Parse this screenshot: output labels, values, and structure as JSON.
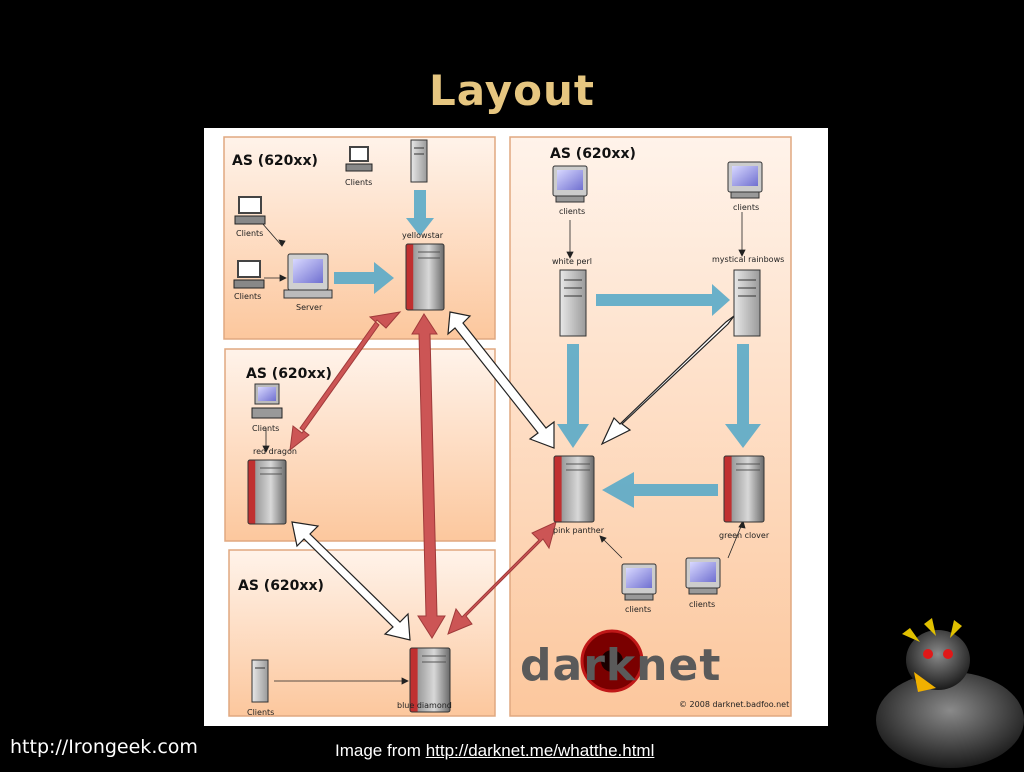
{
  "slide": {
    "title": "Layout",
    "footer_site": "http://Irongeek.com",
    "footer_credit_prefix": "Image from ",
    "footer_credit_link": "http://darknet.me/whatthe.html"
  },
  "diagram": {
    "regions": [
      {
        "id": "as-top-left",
        "title": "AS (620xx)"
      },
      {
        "id": "as-mid-left",
        "title": "AS (620xx)"
      },
      {
        "id": "as-bottom-left",
        "title": "AS (620xx)"
      },
      {
        "id": "as-right",
        "title": "AS (620xx)"
      }
    ],
    "nodes": {
      "yellowstar": "yellowstar",
      "red_dragon": "red dragon",
      "blue_diamond": "blue diamond",
      "white_perl": "white perl",
      "mystical_rainbows": "mystical rainbows",
      "pink_panther": "pink panther",
      "green_clover": "green clover",
      "server": "Server"
    },
    "client_labels": {
      "top_left_upper": "Clients",
      "top_left_mid": "Clients",
      "top_left_lower": "Clients",
      "mid_left": "Clients",
      "bottom_left": "Clients",
      "right_top_left": "clients",
      "right_top_right": "clients",
      "right_bottom_left": "clients",
      "right_bottom_right": "clients"
    },
    "brand": "darknet",
    "copyright": "© 2008 darknet.badfoo.net",
    "colors": {
      "region_fill": "#fcdcc0",
      "region_border": "#e0a880",
      "red_link": "#c85050",
      "blue_link": "#5aaac8",
      "white_link": "#ffffff"
    }
  }
}
